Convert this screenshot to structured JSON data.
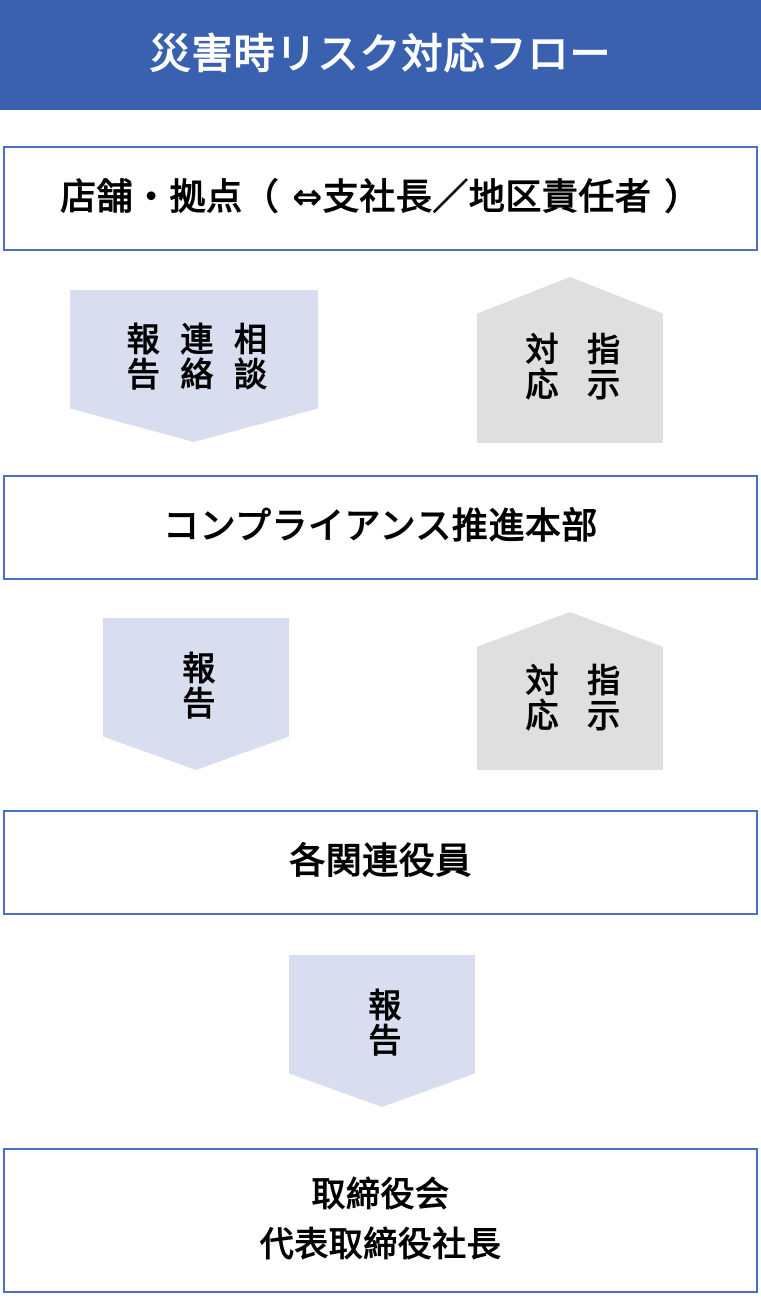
{
  "header": {
    "title": "災害時リスク対応フロー",
    "background_color": "#3A60B0",
    "text_color": "#FFFFFF"
  },
  "colors": {
    "box_border": "#4A6FC4",
    "box_fill": "#FFFFFF",
    "arrow_down_fill": "#D8DEEF",
    "arrow_up_fill": "#DFDFDF",
    "text": "#000000"
  },
  "flow": {
    "nodes": [
      {
        "id": "store",
        "label": "店舗・拠点（ ⇔支社長／地区責任者 ）",
        "level": 1
      },
      {
        "id": "compliance",
        "label": "コンプライアンス推進本部",
        "level": 2
      },
      {
        "id": "officers",
        "label": "各関連役員",
        "level": 3
      },
      {
        "id": "board",
        "label": "取締役会\n代表取締役社長",
        "level": 4
      }
    ],
    "connectors": [
      {
        "id": "report-down-1",
        "direction": "down",
        "from": "store",
        "to": "compliance",
        "fill": "#D8DEEF",
        "columns": [
          "相談",
          "連絡",
          "報告"
        ]
      },
      {
        "id": "instruct-up-1",
        "direction": "up",
        "from": "compliance",
        "to": "store",
        "fill": "#DFDFDF",
        "columns": [
          "指示",
          "対応"
        ]
      },
      {
        "id": "report-down-2",
        "direction": "down",
        "from": "compliance",
        "to": "officers",
        "fill": "#D8DEEF",
        "columns": [
          "報告"
        ]
      },
      {
        "id": "instruct-up-2",
        "direction": "up",
        "from": "officers",
        "to": "compliance",
        "fill": "#DFDFDF",
        "columns": [
          "指示",
          "対応"
        ]
      },
      {
        "id": "report-down-3",
        "direction": "down",
        "from": "officers",
        "to": "board",
        "fill": "#D8DEEF",
        "columns": [
          "報告"
        ]
      }
    ]
  }
}
